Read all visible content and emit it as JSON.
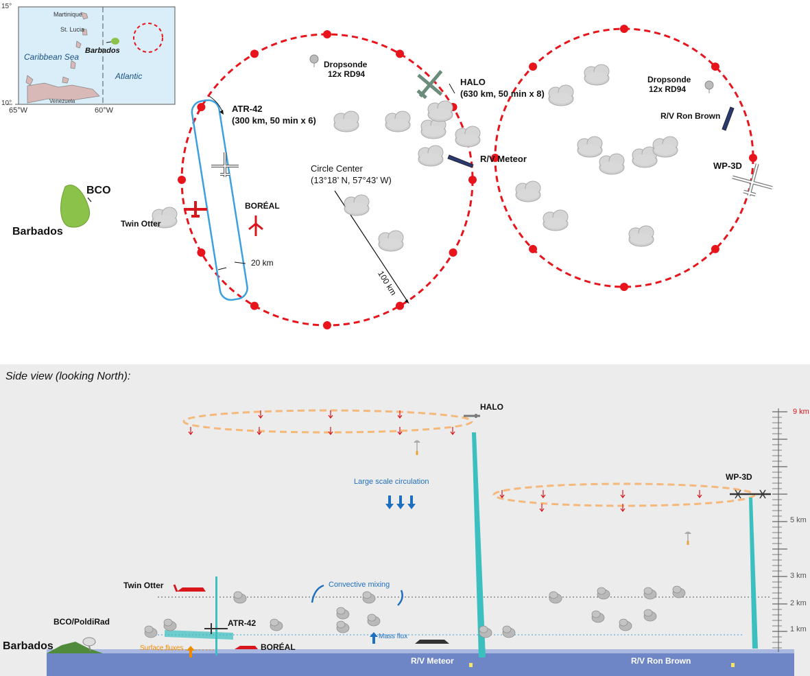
{
  "colors": {
    "circle": "#e8141c",
    "leg": "#3aa0e0",
    "sea_inset": "#d9eef9",
    "side_bg": "#ececec",
    "ocean": "#6f86c6",
    "updraft": "#3bbfbf",
    "dropsonde_side": "#f5b87a",
    "island": "#8bc34a",
    "text_blue": "#1f6fbf",
    "text_orange": "#f08a00"
  },
  "inset": {
    "lat_top": "15°",
    "lat_bottom": "10°",
    "lon_left": "65°W",
    "lon_mid": "60°W",
    "places": [
      "Martinique",
      "St. Lucia",
      "Barbados",
      "Venezuela"
    ],
    "seas": [
      "Caribbean Sea",
      "Atlantic"
    ]
  },
  "map": {
    "barbados": "Barbados",
    "bco": "BCO",
    "twin_otter": "Twin Otter",
    "boreal": "BORÉAL",
    "atr_name": "ATR-42",
    "atr_detail": "(300 km, 50 min x 6)",
    "leg_width": "20 km",
    "dropsonde_left_1": "Dropsonde",
    "dropsonde_left_2": "12x RD94",
    "halo_name": "HALO",
    "halo_detail": "(630 km, 50 min x 8)",
    "meteor": "R/V Meteor",
    "circle_center": "Circle Center",
    "circle_coords": "(13°18’ N, 57°43’ W)",
    "radius": "100 km",
    "dropsonde_right_1": "Dropsonde",
    "dropsonde_right_2": "12x RD94",
    "ron_brown": "R/V Ron Brown",
    "wp3d": "WP-3D"
  },
  "side": {
    "title": "Side view (looking North):",
    "halo": "HALO",
    "wp3d": "WP-3D",
    "large_scale": "Large scale circulation",
    "convective": "Convective mixing",
    "mass_flux": "Mass flux",
    "twin_otter": "Twin Otter",
    "bco": "BCO/PoldiRad",
    "atr": "ATR-42",
    "boreal": "BORÉAL",
    "surface_fluxes": "Surface fluxes",
    "barbados": "Barbados",
    "meteor": "R/V Meteor",
    "ron_brown": "R/V Ron Brown",
    "alt_9": "9 km",
    "alt_5": "5 km",
    "alt_3": "3 km",
    "alt_2": "2 km",
    "alt_1": "1 km"
  }
}
